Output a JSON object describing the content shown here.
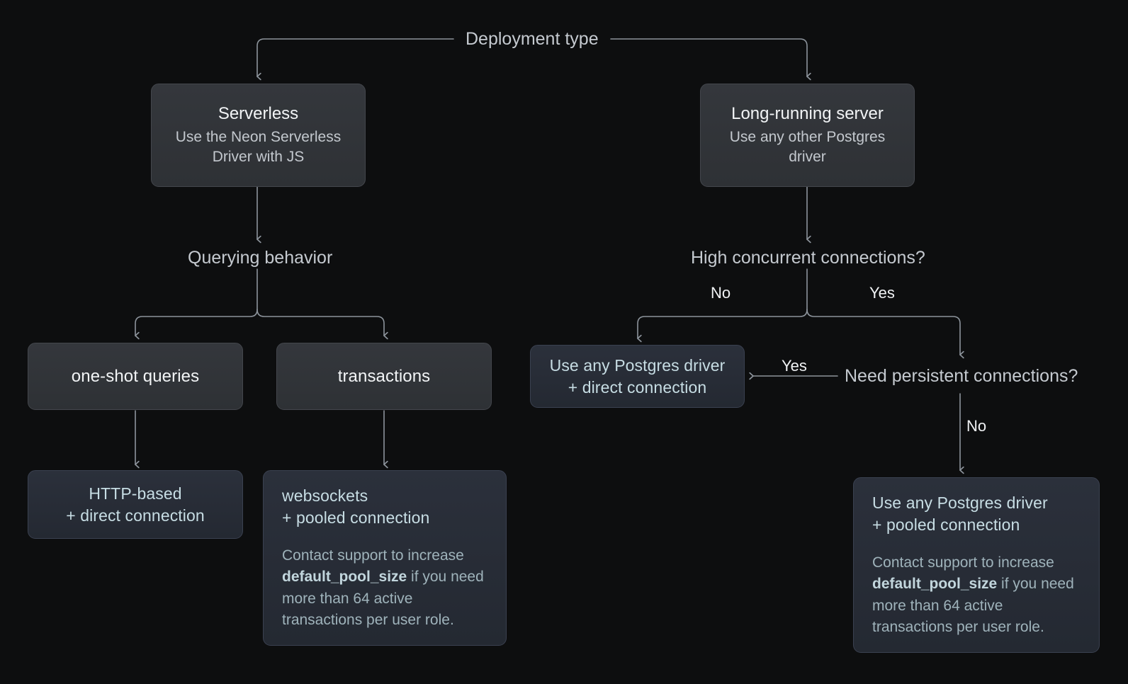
{
  "diagram": {
    "title": "Deployment type",
    "nodes": {
      "serverless": {
        "title": "Serverless",
        "subtitle": "Use the Neon Serverless Driver with JS"
      },
      "long_running": {
        "title": "Long-running server",
        "subtitle": "Use any other Postgres driver"
      },
      "querying_behavior": {
        "label": "Querying behavior"
      },
      "high_concurrent": {
        "label": "High concurrent connections?"
      },
      "one_shot": {
        "title": "one-shot queries"
      },
      "transactions": {
        "title": "transactions"
      },
      "direct_driver": {
        "line1": "Use any Postgres driver",
        "line2": "+ direct connection"
      },
      "need_persistent": {
        "label": "Need persistent connections?"
      },
      "http_based": {
        "line1": "HTTP-based",
        "line2": "+ direct connection"
      },
      "websockets": {
        "line1": "websockets",
        "line2": "+ pooled connection",
        "body_before": "Contact support to increase ",
        "body_code": "default_pool_size",
        "body_after": " if you need more than 64 active transactions per user role."
      },
      "pooled_driver": {
        "line1": "Use any Postgres driver",
        "line2": "+ pooled connection",
        "body_before": "Contact support to increase ",
        "body_code": "default_pool_size",
        "body_after": " if you need more than 64 active transactions per user role."
      }
    },
    "edge_labels": {
      "concurrent_no": "No",
      "concurrent_yes": "Yes",
      "persistent_yes": "Yes",
      "persistent_no": "No"
    },
    "colors": {
      "background": "#0d0e0f",
      "neutral_box": "#32353a",
      "neutral_border": "#43464c",
      "accent_box": "#272c36",
      "accent_border": "#3a4150",
      "accent_text": "#c7dde4",
      "body_text": "#9fb3bb",
      "line": "#8d949c",
      "title_text": "#f2f4f6"
    }
  }
}
